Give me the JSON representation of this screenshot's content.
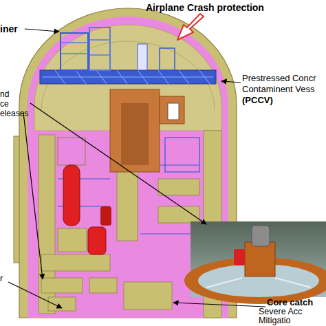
{
  "diagram": {
    "labels": [
      "iner",
      "Airplane Crash protection",
      "nd ce eleases",
      "Prestressed Concr Contaminent Vess",
      "(PCCV)",
      "r",
      "Core catch",
      "Severe Acc Mitigatio"
    ]
  }
}
